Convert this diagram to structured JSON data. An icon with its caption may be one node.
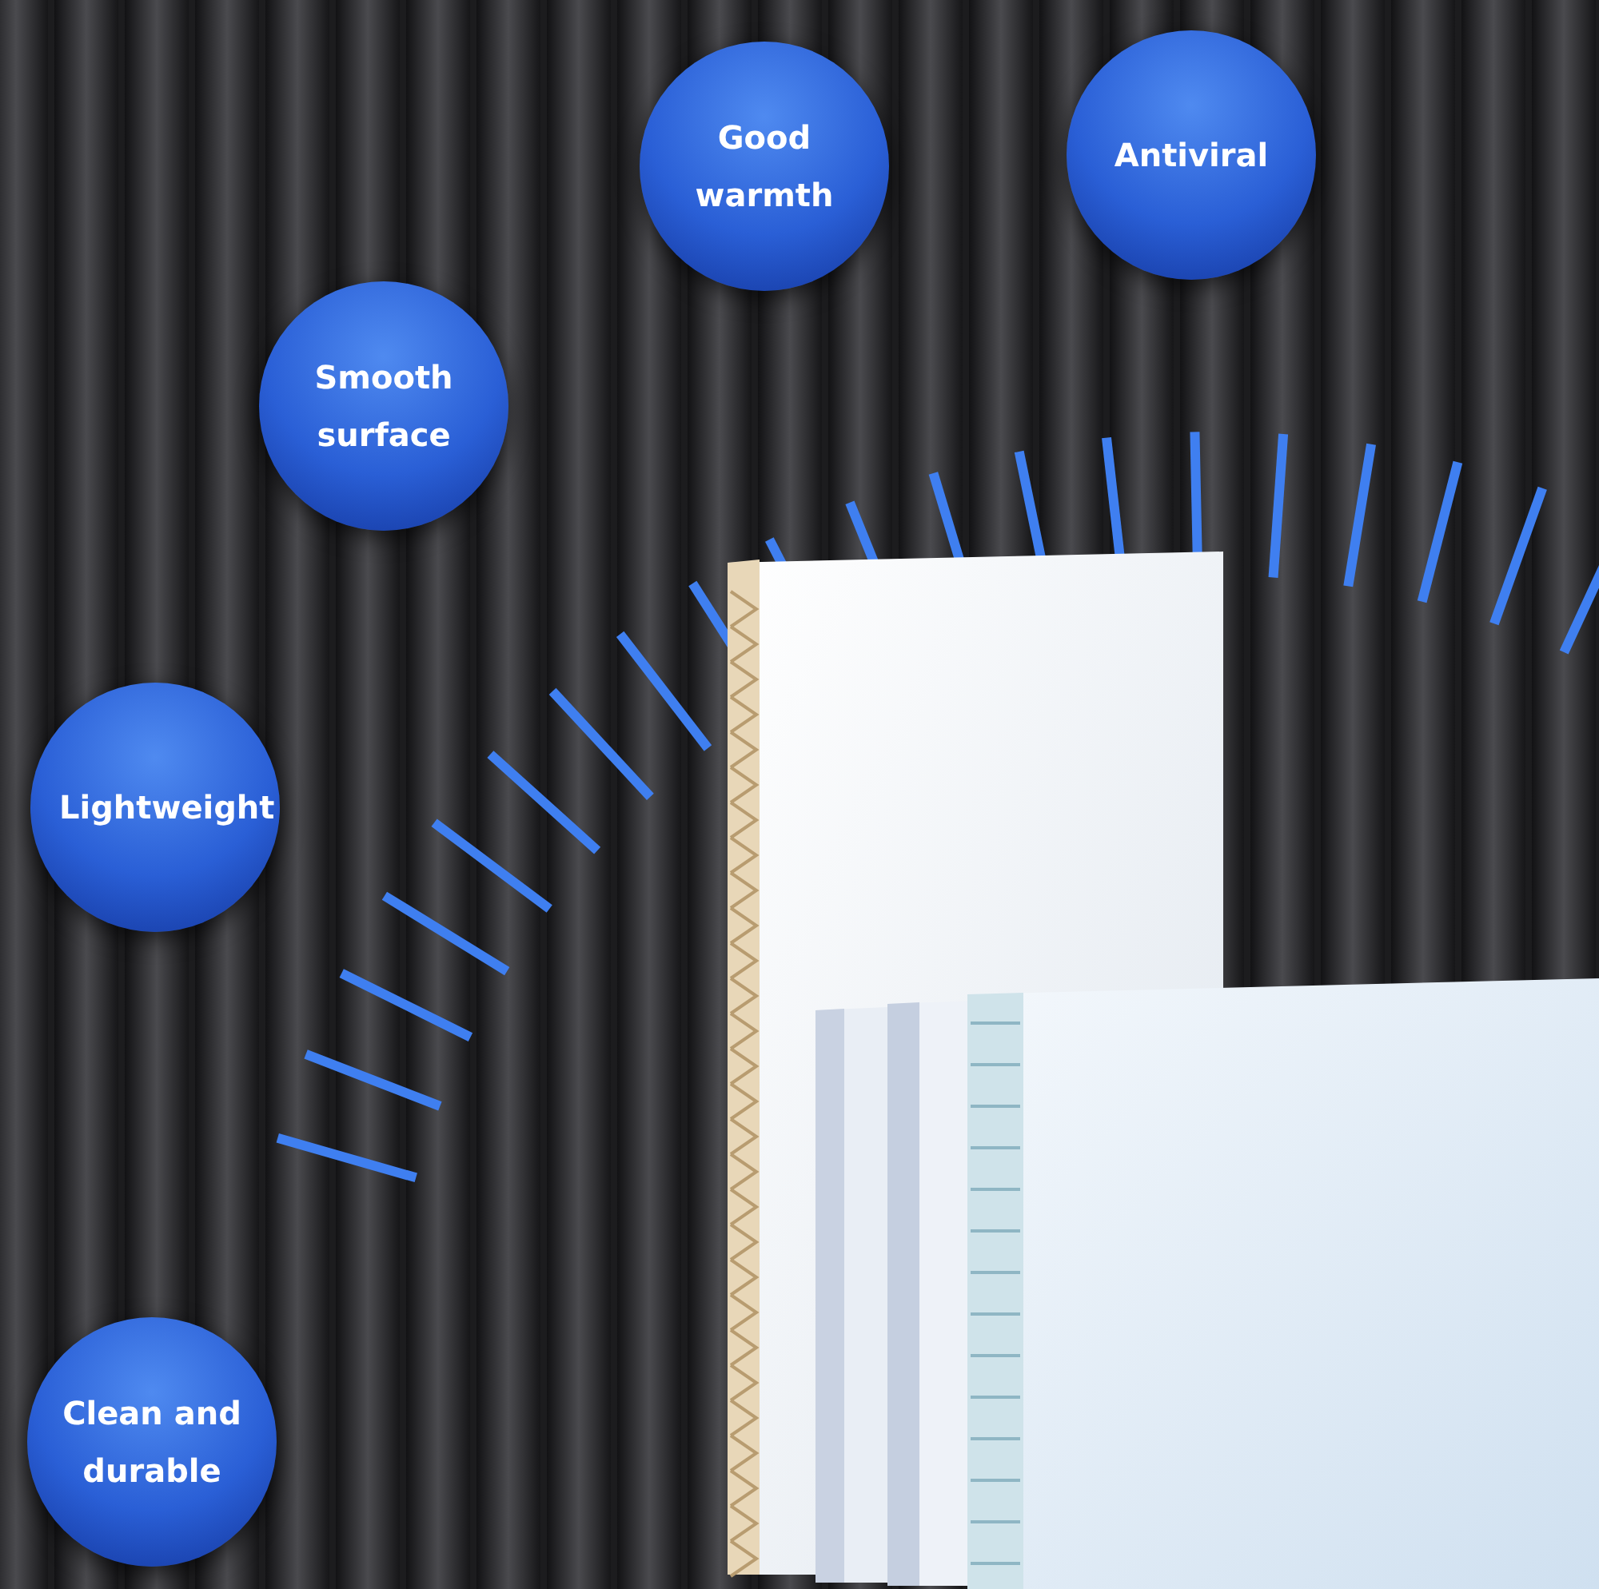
{
  "diagram": {
    "nodes": [
      {
        "text": [
          "Good warmth"
        ]
      },
      {
        "text": [
          "Antiviral"
        ]
      },
      {
        "text": [
          "Smooth surface"
        ]
      },
      {
        "text": [
          "Lightweight"
        ]
      },
      {
        "text": [
          "Clean and durable"
        ]
      }
    ]
  }
}
